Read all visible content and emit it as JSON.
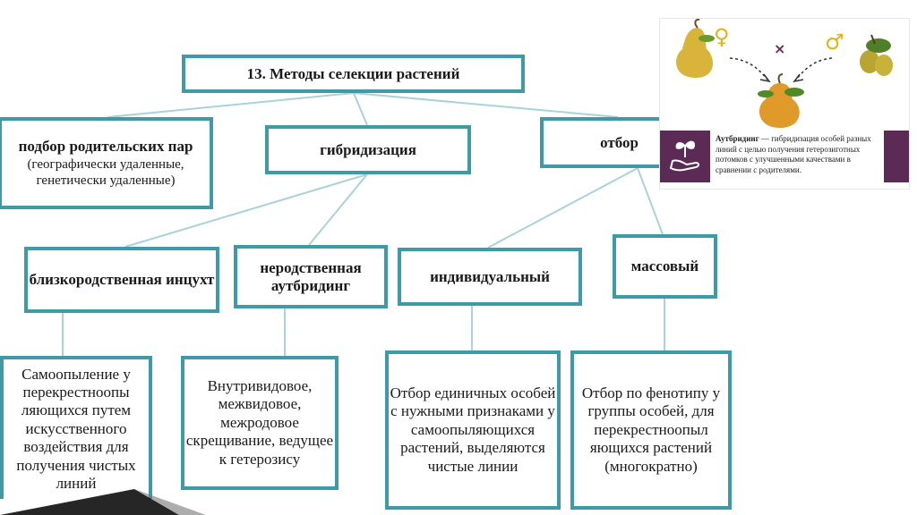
{
  "diagram": {
    "root": "13. Методы селекции растений",
    "parent_selection": {
      "title": "подбор родительских пар",
      "note": "(географически удаленные, генетически удаленные)"
    },
    "hybridization": "гибридизация",
    "selection": "отбор",
    "inbreeding": "близкородственная инцухт",
    "outbreeding": "неродственная аутбридинг",
    "individual": "индивидуальный",
    "mass": "массовый",
    "inbreeding_desc": "Самоопыление у перекрестноопы ляющихся путем искусственного воздействия для получения чистых линий",
    "outbreeding_desc": "Внутривидовое, межвидовое, межродовое скрещивание, ведущее к гетерозису",
    "individual_desc": "Отбор единичных особей с нужными признаками у самоопыляющихся растений, выделяются чистые линии",
    "mass_desc": "Отбор по фенотипу у группы особей, для перекрестноопыл яющихся растений (многократно)"
  },
  "inset": {
    "female_symbol": "♀",
    "male_symbol": "♂",
    "cross_symbol": "×",
    "icon": "hand-plant-icon",
    "definition_term": "Аутбридинг",
    "definition_text": " — гибридизация особей разных линий с целью получения гетерозиготных потомков с улучшенными качествами в сравнении с родителями."
  },
  "colors": {
    "box_border": "#3e9aa6",
    "connector": "#a9d2d9",
    "inset_accent": "#5b2a55",
    "symbol_gold": "#e2b21b",
    "pear_yellow": "#d8b43a",
    "pear_orange": "#e09a2a"
  }
}
